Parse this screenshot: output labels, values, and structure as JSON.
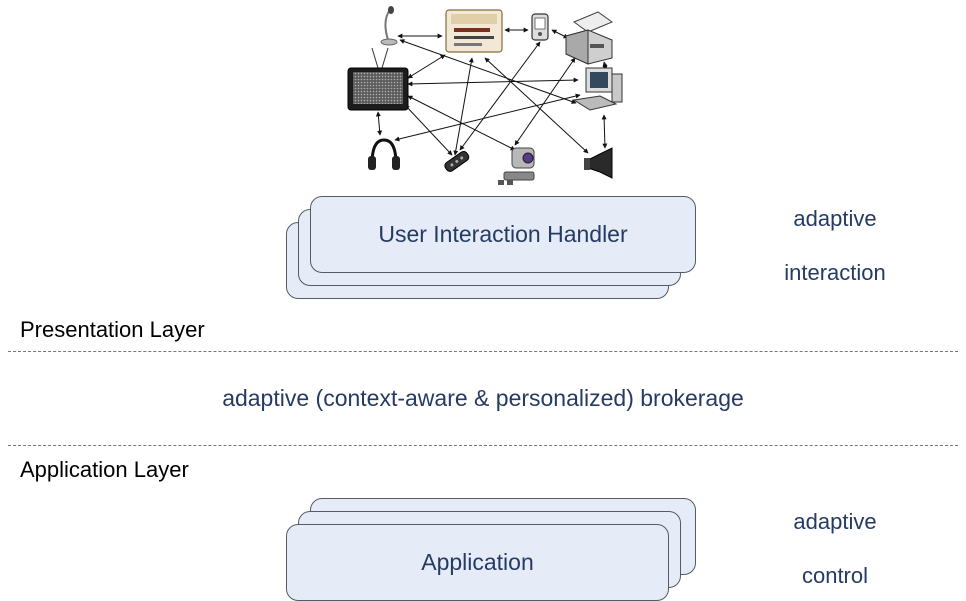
{
  "device_network": {
    "devices": [
      {
        "name": "microphone-icon"
      },
      {
        "name": "media-player-icon"
      },
      {
        "name": "mobile-phone-icon"
      },
      {
        "name": "printer-icon"
      },
      {
        "name": "television-icon"
      },
      {
        "name": "desktop-computer-icon"
      },
      {
        "name": "headphones-icon"
      },
      {
        "name": "remote-control-icon"
      },
      {
        "name": "webcam-icon"
      },
      {
        "name": "loudspeaker-icon"
      }
    ]
  },
  "presentation": {
    "handler_label": "User Interaction Handler",
    "side_line1": "adaptive",
    "side_line2": "interaction",
    "layer_label": "Presentation Layer"
  },
  "brokerage": {
    "label": "adaptive (context-aware & personalized) brokerage"
  },
  "application": {
    "layer_label": "Application Layer",
    "box_label": "Application",
    "side_line1": "adaptive",
    "side_line2": "control"
  },
  "colors": {
    "box_fill": "#e6ecf7",
    "box_border": "#555a66",
    "text_blue": "#253b63"
  }
}
